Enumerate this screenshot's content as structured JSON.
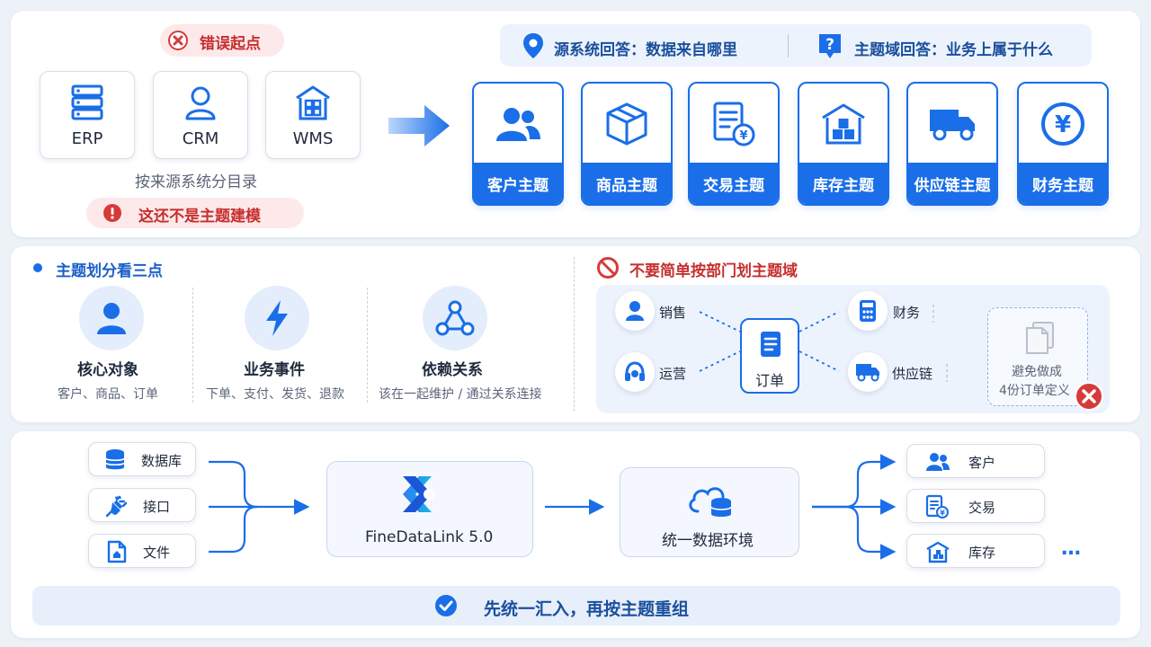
{
  "top": {
    "error_start": "错误起点",
    "sources": [
      {
        "label": "ERP",
        "icon": "server-icon"
      },
      {
        "label": "CRM",
        "icon": "user-icon"
      },
      {
        "label": "WMS",
        "icon": "warehouse-icon"
      }
    ],
    "source_caption": "按来源系统分目录",
    "warning": "这还不是主题建模",
    "answer_source": "源系统回答：数据来自哪里",
    "answer_domain": "主题域回答：业务上属于什么",
    "topics": [
      {
        "label": "客户主题",
        "icon": "users-icon"
      },
      {
        "label": "商品主题",
        "icon": "box-icon"
      },
      {
        "label": "交易主题",
        "icon": "invoice-icon"
      },
      {
        "label": "库存主题",
        "icon": "warehouse-boxes-icon"
      },
      {
        "label": "供应链主题",
        "icon": "truck-icon"
      },
      {
        "label": "财务主题",
        "icon": "yen-icon"
      }
    ]
  },
  "middle": {
    "heading": "主题划分看三点",
    "points": [
      {
        "title": "核心对象",
        "desc": "客户、商品、订单",
        "icon": "person-icon"
      },
      {
        "title": "业务事件",
        "desc": "下单、支付、发货、退款",
        "icon": "lightning-icon"
      },
      {
        "title": "依赖关系",
        "desc": "该在一起维护 / 通过关系连接",
        "icon": "network-icon"
      }
    ],
    "no_heading": "不要简单按部门划主题域",
    "departments": {
      "sales": "销售",
      "ops": "运营",
      "finance": "财务",
      "supply": "供应链"
    },
    "order": "订单",
    "avoid_line1": "避免做成",
    "avoid_line2": "4份订单定义"
  },
  "bottom": {
    "inputs": [
      {
        "label": "数据库",
        "icon": "database-icon"
      },
      {
        "label": "接口",
        "icon": "plug-icon"
      },
      {
        "label": "文件",
        "icon": "file-icon"
      }
    ],
    "product": "FineDataLink 5.0",
    "env": "统一数据环境",
    "outputs": [
      {
        "label": "客户",
        "icon": "users-icon"
      },
      {
        "label": "交易",
        "icon": "invoice-icon"
      },
      {
        "label": "库存",
        "icon": "warehouse-icon"
      }
    ],
    "more": "…",
    "conclusion": "先统一汇入，再按主题重组"
  },
  "colors": {
    "primary": "#1a6ee8",
    "danger": "#d63b3b",
    "bg": "#edf2f9"
  }
}
